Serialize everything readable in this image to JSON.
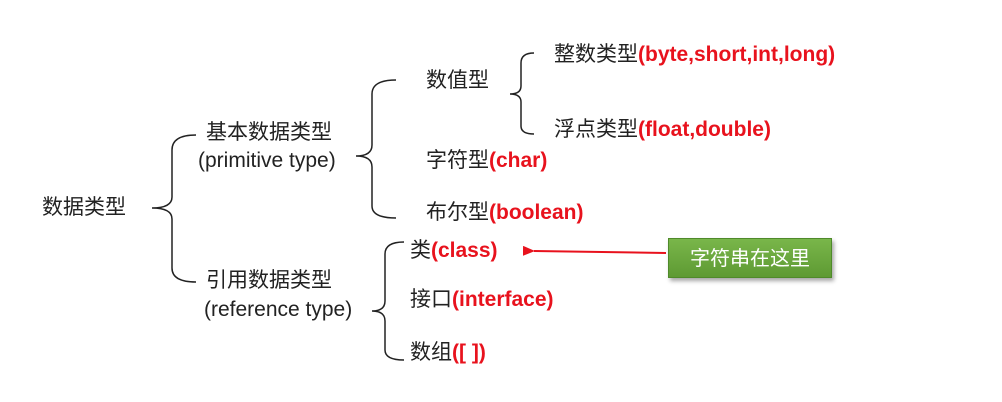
{
  "root": {
    "label": "数据类型"
  },
  "primitive": {
    "label_cn": "基本数据类型",
    "label_en": "(primitive type)",
    "numeric": {
      "label": "数值型",
      "integer": {
        "label": "整数类型",
        "types": "(byte,short,int,long)"
      },
      "float": {
        "label": "浮点类型",
        "types": "(float,double)"
      }
    },
    "char": {
      "label": "字符型",
      "types": "(char)"
    },
    "boolean": {
      "label": "布尔型",
      "types": "(boolean)"
    }
  },
  "reference": {
    "label_cn": "引用数据类型",
    "label_en": "(reference type)",
    "class": {
      "label": "类",
      "types": "(class)"
    },
    "interface": {
      "label": "接口",
      "types": "(interface)"
    },
    "array": {
      "label": "数组",
      "types": "([ ])"
    }
  },
  "annotation": {
    "text": "字符串在这里"
  },
  "colors": {
    "highlight": "#e8121d",
    "note_bg": "#6aa93d",
    "line": "#222222"
  }
}
